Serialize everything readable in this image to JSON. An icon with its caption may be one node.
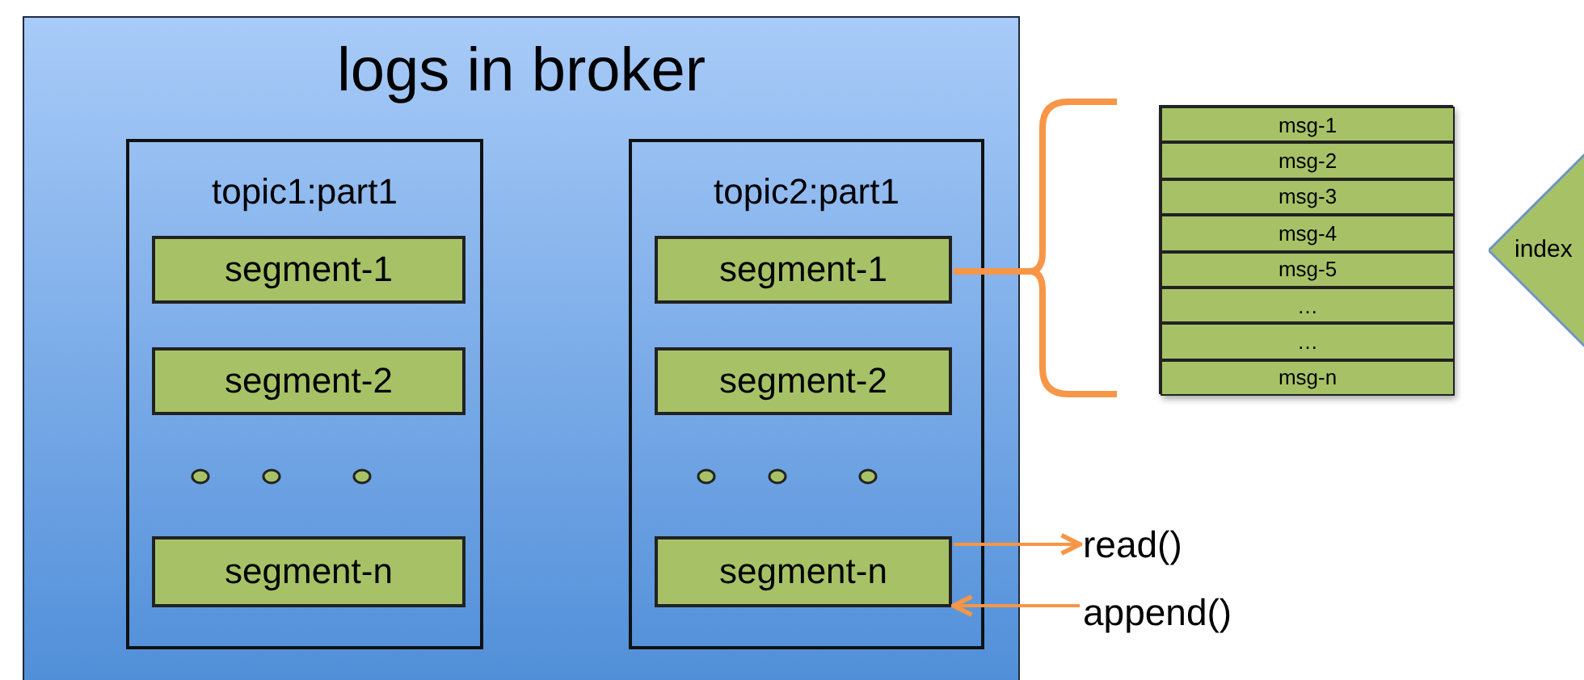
{
  "diagram": {
    "nodes": [
      {
        "text": [
          "logs in broker"
        ]
      },
      {
        "text": [
          "topic1:part1"
        ],
        "in": 0
      },
      {
        "text": [
          "segment-1"
        ],
        "in": 1
      },
      {
        "text": [
          "segment-2"
        ],
        "in": 1
      },
      {
        "text": [
          "segment-n"
        ],
        "in": 1
      },
      {
        "text": [
          "topic2:part1"
        ],
        "in": 0
      },
      {
        "text": [
          "segment-1"
        ],
        "in": 5
      },
      {
        "text": [
          "segment-2"
        ],
        "in": 5
      },
      {
        "text": [
          "segment-n"
        ],
        "in": 5
      },
      {
        "text": [],
        "shape": "box"
      },
      {
        "text": [
          "msg-1"
        ],
        "in": 9
      },
      {
        "text": [
          "msg-2"
        ],
        "in": 9
      },
      {
        "text": [
          "msg-3"
        ],
        "in": 9
      },
      {
        "text": [
          "msg-4"
        ],
        "in": 9
      },
      {
        "text": [
          "msg-5"
        ],
        "in": 9
      },
      {
        "text": [
          "…"
        ],
        "in": 9
      },
      {
        "text": [
          "…"
        ],
        "in": 9
      },
      {
        "text": [
          "msg-n"
        ],
        "in": 9
      },
      {
        "text": [
          "index"
        ]
      },
      {
        "text": [
          "read()"
        ]
      },
      {
        "text": [
          "append()"
        ]
      }
    ],
    "edges": [
      {
        "from": 6,
        "to": 9,
        "arrow": "none",
        "style": "thick"
      },
      {
        "from": 8,
        "to": 19,
        "arrow": "to"
      },
      {
        "from": 20,
        "to": 8,
        "arrow": "to"
      }
    ]
  }
}
